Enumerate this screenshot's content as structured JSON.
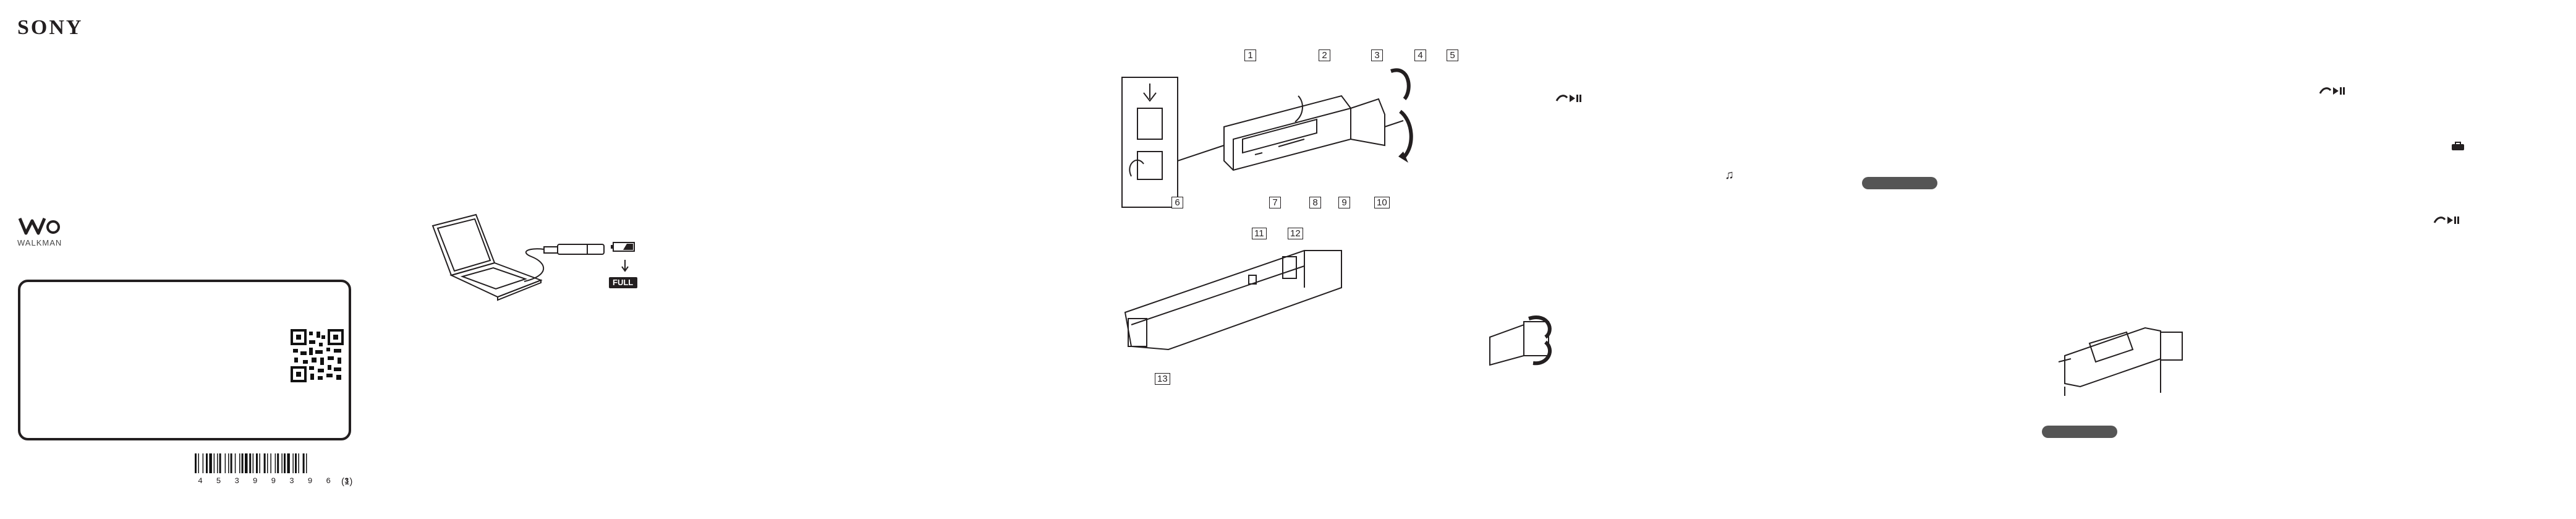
{
  "brand": {
    "name": "SONY",
    "product_line": "WALKMAN"
  },
  "barcode": {
    "digits": "4 5 3 9 9 3 9 6 3",
    "suffix": "(1)"
  },
  "battery_indicator": {
    "full_label": "FULL"
  },
  "callouts": [
    "1",
    "2",
    "3",
    "4",
    "5",
    "6",
    "7",
    "8",
    "9",
    "10",
    "11",
    "12",
    "13"
  ],
  "icons": {
    "phone_play_pause": "phone-play-pause-icon",
    "music_note": "♫",
    "toolbox": "toolbox-icon"
  }
}
